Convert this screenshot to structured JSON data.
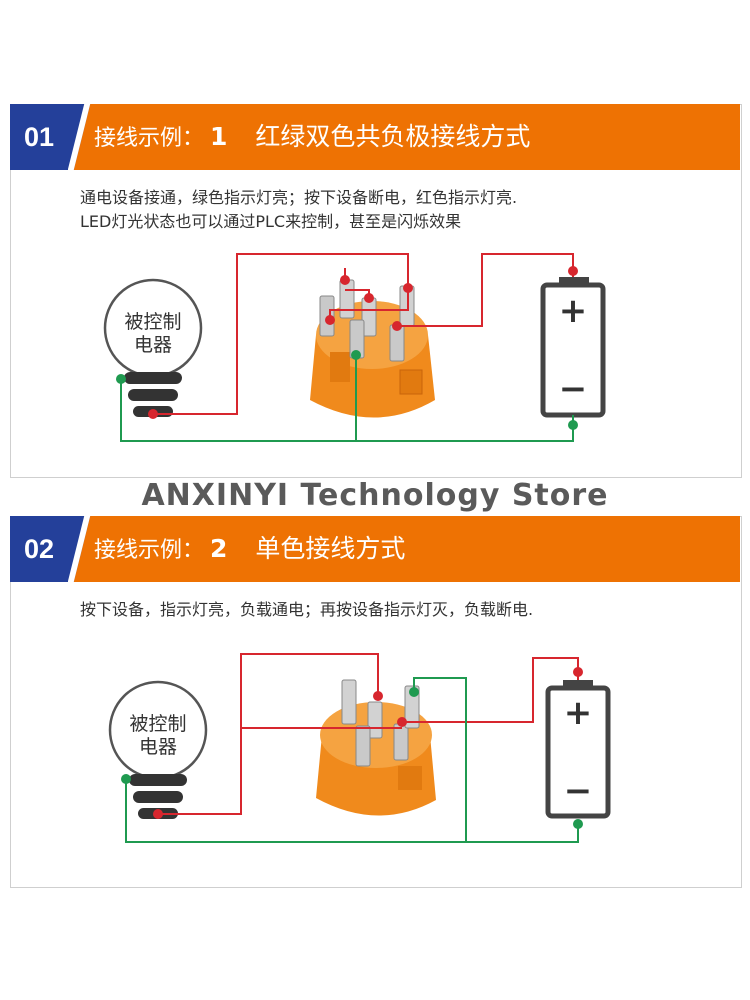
{
  "section1": {
    "number": "01",
    "label": "接线示例：",
    "index": "1",
    "title": "红绿双色共负极接线方式",
    "desc_line1": "通电设备接通，绿色指示灯亮；按下设备断电，红色指示灯亮.",
    "desc_line2": "LED灯光状态也可以通过PLC来控制，甚至是闪烁效果",
    "bulb_label_line1": "被控制",
    "bulb_label_line2": "电器",
    "battery_plus": "+",
    "battery_minus": "−"
  },
  "watermark": "ANXINYI Technology Store",
  "section2": {
    "number": "02",
    "label": "接线示例：",
    "index": "2",
    "title": "单色接线方式",
    "desc_line1": "按下设备，指示灯亮，负载通电；再按设备指示灯灭，负载断电.",
    "bulb_label_line1": "被控制",
    "bulb_label_line2": "电器",
    "battery_plus": "+",
    "battery_minus": "−"
  },
  "colors": {
    "header_orange": "#ee7203",
    "number_blue": "#24409a",
    "wire_red": "#d7262e",
    "wire_green": "#1f9a50",
    "switch_orange": "#f08a1c",
    "terminal_metal": "#c9c9c9"
  },
  "icons": [
    "light-bulb-icon",
    "push-switch-icon",
    "battery-icon"
  ]
}
